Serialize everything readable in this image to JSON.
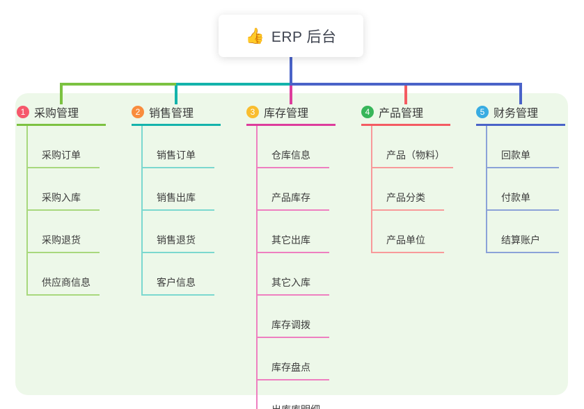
{
  "root": {
    "emoji": "👍",
    "emoji_name": "thumbs-up-icon",
    "title": "ERP 后台"
  },
  "branches": [
    {
      "index": "1",
      "title": "采购管理",
      "badge_color": "#f6586b",
      "line_color": "#7cc241",
      "child_line_color": "#a8d87d",
      "children": [
        "采购订单",
        "采购入库",
        "采购退货",
        "供应商信息"
      ]
    },
    {
      "index": "2",
      "title": "销售管理",
      "badge_color": "#f98c3d",
      "line_color": "#14b3ab",
      "child_line_color": "#7bd8cf",
      "children": [
        "销售订单",
        "销售出库",
        "销售退货",
        "客户信息"
      ]
    },
    {
      "index": "3",
      "title": "库存管理",
      "badge_color": "#f9bd2f",
      "line_color": "#dd3d9c",
      "child_line_color": "#ee7fc0",
      "children": [
        "仓库信息",
        "产品库存",
        "其它出库",
        "其它入库",
        "库存调拨",
        "库存盘点",
        "出库库明细"
      ]
    },
    {
      "index": "4",
      "title": "产品管理",
      "badge_color": "#38b65a",
      "line_color": "#f45b62",
      "child_line_color": "#f89a9a",
      "children": [
        "产品（物料）",
        "产品分类",
        "产品单位"
      ]
    },
    {
      "index": "5",
      "title": "财务管理",
      "badge_color": "#38ace2",
      "line_color": "#4a63c8",
      "child_line_color": "#8ba2d8",
      "children": [
        "回款单",
        "付款单",
        "结算账户"
      ]
    }
  ],
  "colors": {
    "panel_background": "#edf8e9",
    "root_connector": "#4a63c8",
    "page_background": "#ffffff"
  }
}
